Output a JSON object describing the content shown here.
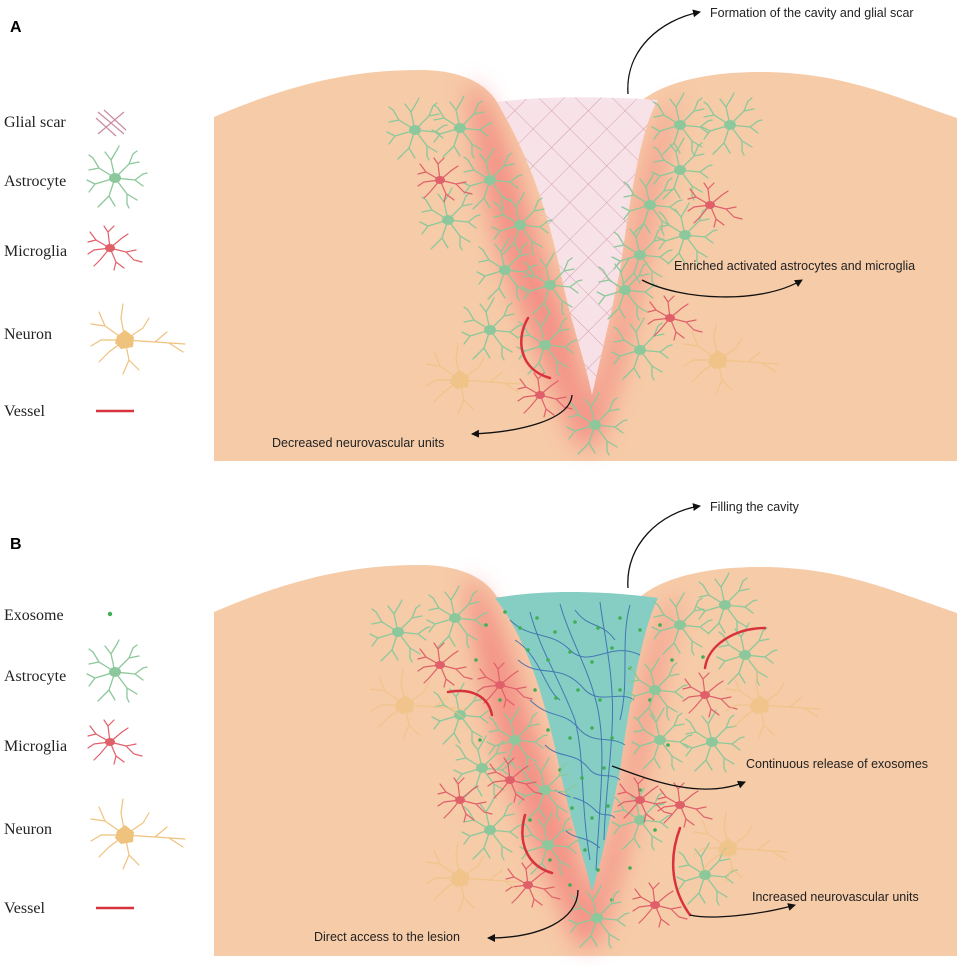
{
  "panels": [
    {
      "letter": "A",
      "legend": [
        {
          "label": "Glial scar",
          "icon": "glial-scar-icon"
        },
        {
          "label": "Astrocyte",
          "icon": "astrocyte-icon"
        },
        {
          "label": "Microglia",
          "icon": "microglia-icon"
        },
        {
          "label": "Neuron",
          "icon": "neuron-icon"
        },
        {
          "label": "Vessel",
          "icon": "vessel-icon"
        }
      ],
      "annotations": [
        "Formation of the cavity and glial scar",
        "Enriched activated astrocytes and microglia",
        "Decreased neurovascular units"
      ]
    },
    {
      "letter": "B",
      "legend": [
        {
          "label": "Exosome",
          "icon": "exosome-icon"
        },
        {
          "label": "Astrocyte",
          "icon": "astrocyte-icon"
        },
        {
          "label": "Microglia",
          "icon": "microglia-icon"
        },
        {
          "label": "Neuron",
          "icon": "neuron-icon"
        },
        {
          "label": "Vessel",
          "icon": "vessel-icon"
        }
      ],
      "annotations": [
        "Filling the cavity",
        "Continuous release of exosomes",
        "Increased neurovascular units",
        "Direct access to the lesion"
      ]
    }
  ],
  "colors": {
    "tissue": "#f6cba8",
    "inflammation": "#f2616b",
    "glial_scar_fill": "#f7e3ea",
    "glial_scar_mesh": "#c98a9f",
    "astrocyte": "#8cc89b",
    "microglia": "#e0606a",
    "neuron": "#efc27e",
    "vessel": "#d8323c",
    "exosome": "#3fae55",
    "hydrogel": "#86cdc4",
    "hydrogel_mesh": "#3b6fb0"
  }
}
